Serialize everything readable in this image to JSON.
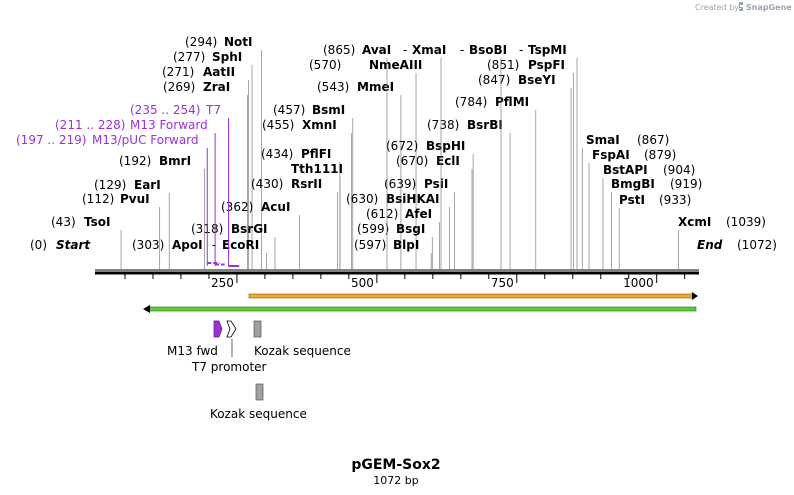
{
  "branding": {
    "created_by": "Created by",
    "app_name": "SnapGene",
    "brand_color": "#9aa5b1"
  },
  "map": {
    "name": "pGEM-Sox2",
    "length_label": "1072 bp",
    "sequence_length": 1072,
    "start_label": "Start",
    "start_pos": "(0)",
    "end_label": "End",
    "end_pos": "(1072)",
    "ruler_ticks": [
      "250",
      "500",
      "750",
      "1000"
    ],
    "colors": {
      "primer": "#9b32d6",
      "orange_feature": "#f0a830",
      "green_feature": "#5dcc3a",
      "kozak": "#a0a0a0",
      "t7_promoter": "#ffffff"
    }
  },
  "sites": [
    {
      "pos": "(43)",
      "name": "TsoI",
      "at": 43
    },
    {
      "pos": "(112)",
      "name": "PvuI",
      "at": 112
    },
    {
      "pos": "(129)",
      "name": "EarI",
      "at": 129
    },
    {
      "pos": "(192)",
      "name": "BmrI",
      "at": 192
    },
    {
      "pos": "(269)",
      "name": "ZraI",
      "at": 269
    },
    {
      "pos": "(271)",
      "name": "AatII",
      "at": 271
    },
    {
      "pos": "(277)",
      "name": "SphI",
      "at": 277
    },
    {
      "pos": "(294)",
      "name": "NotI",
      "at": 294
    },
    {
      "pos": "(303)",
      "name": "ApoI",
      "at": 303
    },
    {
      "pos": "(318)",
      "name": "BsrGI",
      "at": 318
    },
    {
      "pos": "(362)",
      "name": "AcuI",
      "at": 362
    },
    {
      "pos": "(430)",
      "name": "RsrII",
      "at": 430
    },
    {
      "pos": "(434)",
      "name": "PflFI",
      "at": 434
    },
    {
      "pos": "",
      "name": "Tth111I",
      "at": 434
    },
    {
      "pos": "(455)",
      "name": "XmnI",
      "at": 455
    },
    {
      "pos": "(457)",
      "name": "BsmI",
      "at": 457
    },
    {
      "pos": "(543)",
      "name": "MmeI",
      "at": 543
    },
    {
      "pos": "(570)",
      "name": "NmeAIII",
      "at": 570
    },
    {
      "pos": "(597)",
      "name": "BlpI",
      "at": 597
    },
    {
      "pos": "(599)",
      "name": "BsgI",
      "at": 599
    },
    {
      "pos": "(612)",
      "name": "AfeI",
      "at": 612
    },
    {
      "pos": "(630)",
      "name": "BsiHKAI",
      "at": 630
    },
    {
      "pos": "(639)",
      "name": "PsiI",
      "at": 639
    },
    {
      "pos": "(670)",
      "name": "EclI",
      "at": 670
    },
    {
      "pos": "(672)",
      "name": "BspHI",
      "at": 672
    },
    {
      "pos": "(738)",
      "name": "BsrBI",
      "at": 738
    },
    {
      "pos": "(784)",
      "name": "PflMI",
      "at": 784
    },
    {
      "pos": "(847)",
      "name": "BseYI",
      "at": 847
    },
    {
      "pos": "(851)",
      "name": "PspFI",
      "at": 851
    },
    {
      "pos": "(867)",
      "name": "SmaI",
      "at": 867
    },
    {
      "pos": "(879)",
      "name": "FspAI",
      "at": 879
    },
    {
      "pos": "(904)",
      "name": "BstAPI",
      "at": 904
    },
    {
      "pos": "(919)",
      "name": "BmgBI",
      "at": 919
    },
    {
      "pos": "(933)",
      "name": "PstI",
      "at": 933
    },
    {
      "pos": "(1039)",
      "name": "XcmI",
      "at": 1039
    }
  ],
  "combined_sites": [
    {
      "pos": "(865)",
      "names": [
        "AvaI",
        "XmaI",
        "BsoBI",
        "TspMI"
      ],
      "at": 865
    },
    {
      "text": "EcoRI",
      "at": 303
    }
  ],
  "primers": [
    {
      "range": "(235 .. 254)",
      "name": "T7",
      "start": 235,
      "end": 254
    },
    {
      "range": "(211 .. 228)",
      "name": "M13 Forward",
      "start": 211,
      "end": 228
    },
    {
      "range": "(197 .. 219)",
      "name": "M13/pUC Forward",
      "start": 197,
      "end": 219
    }
  ],
  "features": [
    {
      "name": "M13 fwd",
      "start": 211,
      "end": 228,
      "kind": "primer"
    },
    {
      "name": "T7 promoter",
      "start": 235,
      "end": 254,
      "kind": "promoter"
    },
    {
      "name": "Kozak sequence",
      "start": 268,
      "end": 280,
      "kind": "kozak"
    },
    {
      "name": "Kozak sequence",
      "start": 268,
      "end": 280,
      "kind": "kozak"
    },
    {
      "name": "",
      "start": 270,
      "end": 1072,
      "kind": "orange"
    },
    {
      "name": "",
      "start": 0,
      "end": 1072,
      "kind": "green"
    }
  ]
}
